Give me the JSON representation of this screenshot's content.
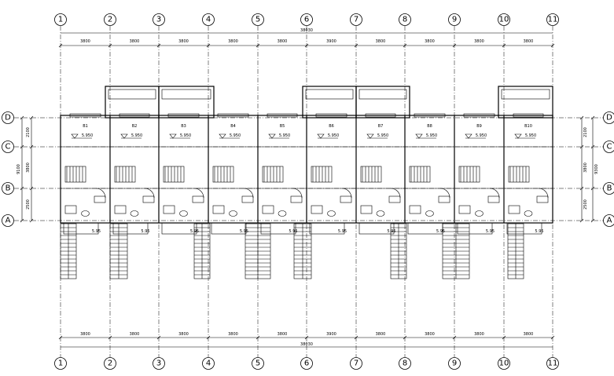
{
  "column_axes": [
    "1",
    "2",
    "3",
    "4",
    "5",
    "6",
    "7",
    "8",
    "9",
    "10",
    "11"
  ],
  "row_axes": [
    "D",
    "C",
    "B",
    "A"
  ],
  "top_dims": [
    "3800",
    "3800",
    "3800",
    "3800",
    "3800",
    "3900",
    "3800",
    "3800",
    "3800",
    "3800"
  ],
  "bottom_dims": [
    "3800",
    "3800",
    "3800",
    "3800",
    "3800",
    "3900",
    "3800",
    "3800",
    "3800",
    "3800"
  ],
  "top_total": "38030",
  "bottom_total": "38030",
  "left_dims": [
    "2100",
    "3800",
    "2500"
  ],
  "left_total": "9100",
  "right_dims": [
    "2100",
    "3800",
    "2500"
  ],
  "right_total": "9300",
  "elevations": [
    "5.950",
    "5.950",
    "5.950",
    "5.950",
    "5.950",
    "5.950",
    "5.950",
    "5.950",
    "5.950",
    "5.950"
  ],
  "room_labels": [
    "B1",
    "B2",
    "B3",
    "B4",
    "B5",
    "B6",
    "B7",
    "B8",
    "B9",
    "B10"
  ],
  "step_level": "5.95"
}
